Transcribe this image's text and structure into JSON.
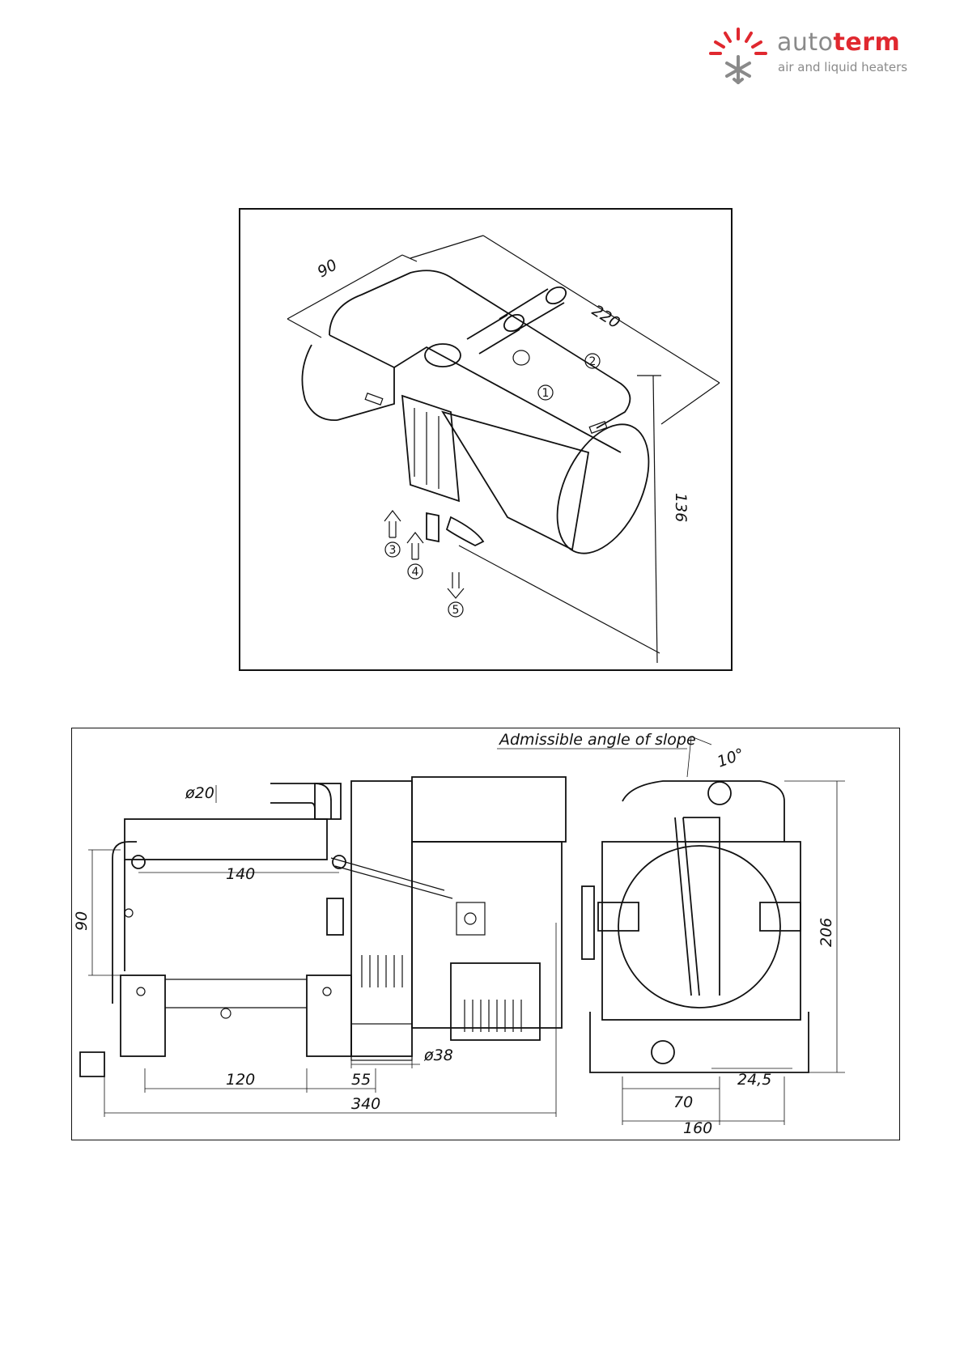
{
  "brand": {
    "word_part1": "auto",
    "word_part2": "term",
    "tagline": "air and liquid heaters",
    "colors": {
      "accent": "#e0282f",
      "grey": "#8a8a8a"
    },
    "icon": "sun-snowflake-icon"
  },
  "iso_view": {
    "dimensions": {
      "width": "90",
      "length": "220",
      "height": "136"
    },
    "callouts": [
      "1",
      "2",
      "3",
      "4",
      "5"
    ]
  },
  "ortho_view": {
    "slope_caption": "Admissible angle of slope",
    "slope_angle": "10°",
    "dimensions": {
      "pipe_diameter": "ø20",
      "bracket_spacing_top": "140",
      "side_height": "90",
      "bracket_spacing_bottom": "120",
      "offset": "55",
      "exhaust_diameter": "ø38",
      "total_length": "340",
      "height": "206",
      "offset_right": "24,5",
      "foot_width": "70",
      "total_width": "160"
    }
  }
}
